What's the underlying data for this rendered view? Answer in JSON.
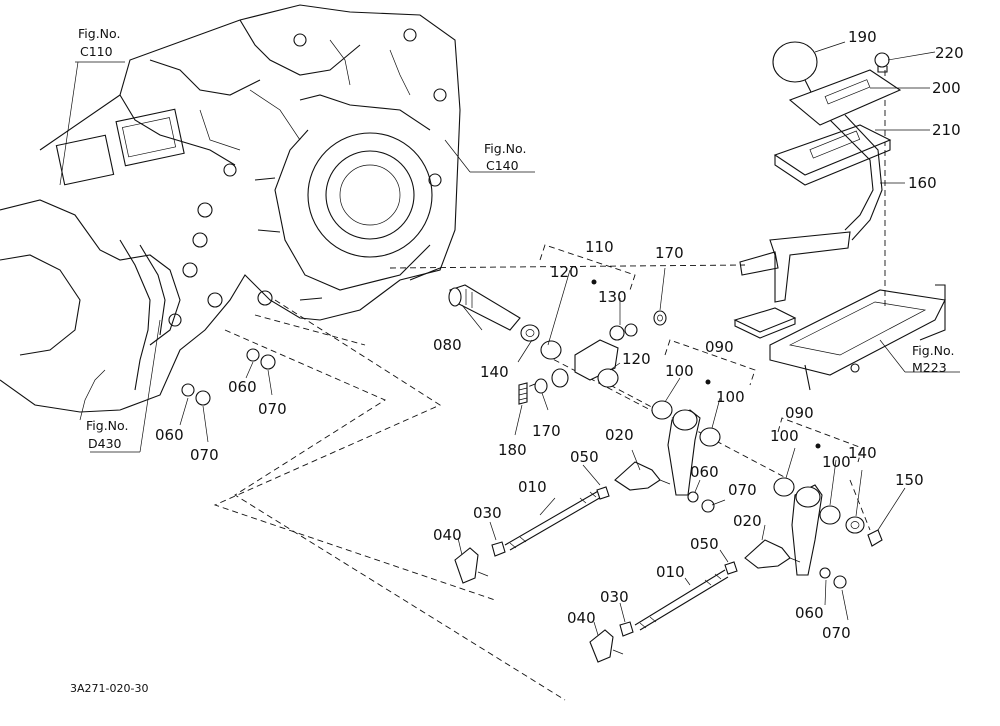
{
  "figure_refs": [
    {
      "line1": "Fig.No.",
      "line2": "C110"
    },
    {
      "line1": "Fig.No.",
      "line2": "C140"
    },
    {
      "line1": "Fig.No.",
      "line2": "D430"
    },
    {
      "line1": "Fig.No.",
      "line2": "M223"
    }
  ],
  "part_labels": [
    "190",
    "220",
    "200",
    "210",
    "160",
    "110",
    "170",
    "120",
    "130",
    "080",
    "140",
    "120",
    "090",
    "100",
    "100",
    "060",
    "070",
    "060",
    "070",
    "180",
    "170",
    "090",
    "100",
    "100",
    "140",
    "150",
    "020",
    "050",
    "060",
    "070",
    "010",
    "030",
    "040",
    "020",
    "050",
    "010",
    "030",
    "040",
    "060",
    "070"
  ],
  "drawing_code": "3A271-020-30"
}
